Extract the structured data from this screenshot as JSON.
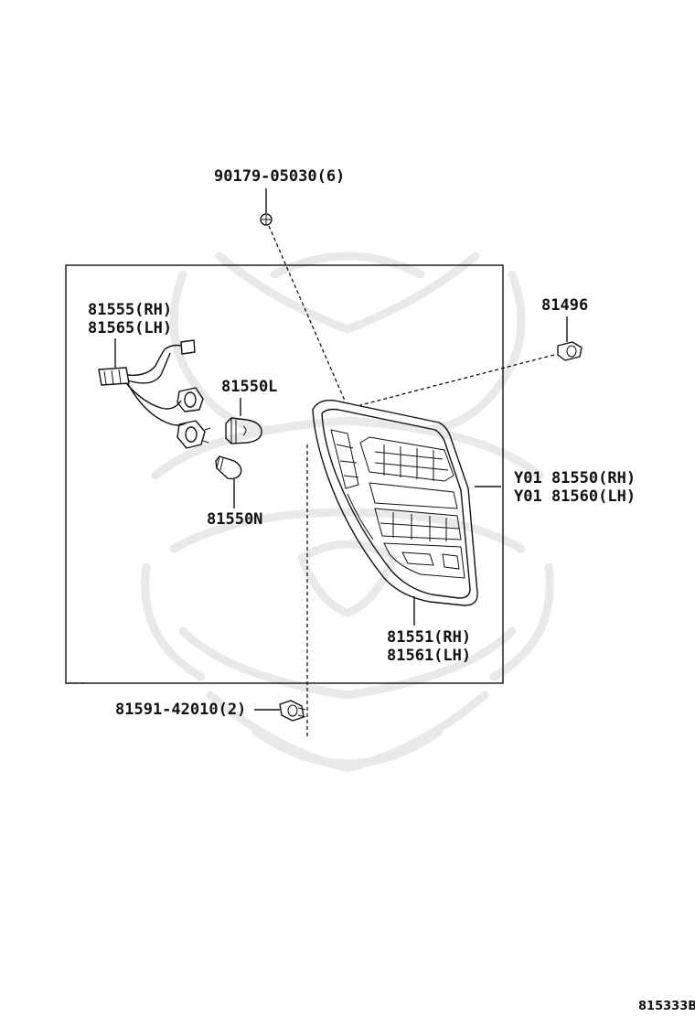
{
  "parts": {
    "screw": "90179-05030(6)",
    "wire_rh": "81555(RH)",
    "wire_lh": "81565(LH)",
    "bulb_l": "81550L",
    "bulb_n": "81550N",
    "clip": "81496",
    "assy_rh": "Y01 81550(RH)",
    "assy_lh": "Y01 81560(LH)",
    "lens_rh": "81551(RH)",
    "lens_lh": "81561(LH)",
    "nut": "81591-42010(2)"
  },
  "illustration_code": "815333B",
  "colors": {
    "line": "#111111",
    "watermark": "#e9e9e9",
    "background": "#ffffff"
  }
}
